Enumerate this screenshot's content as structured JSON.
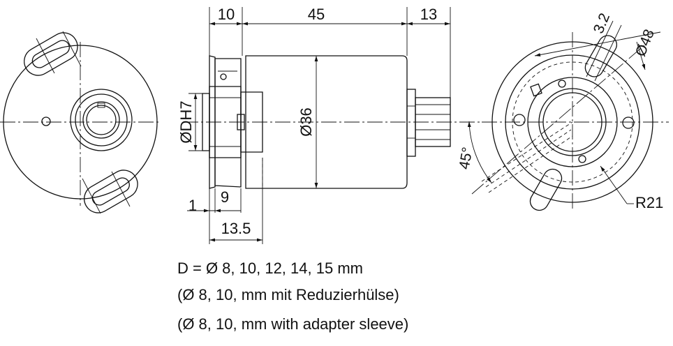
{
  "dimensions": {
    "flange_width": "10",
    "body_length": "45",
    "shaft_length": "13",
    "bore_diameter": "ØDH7",
    "body_diameter": "Ø36",
    "offset_small": "1",
    "offset_9": "9",
    "offset_13_5": "13.5",
    "slot_width": "3.2",
    "bolt_circle_diameter": "Ø48",
    "angle": "45°",
    "radius": "R21"
  },
  "notes": {
    "line1": "D = Ø 8, 10, 12, 14, 15 mm",
    "line2": "(Ø 8, 10, mm mit Reduzierhülse)",
    "line3": "(Ø 8, 10, mm with adapter sleeve)"
  }
}
